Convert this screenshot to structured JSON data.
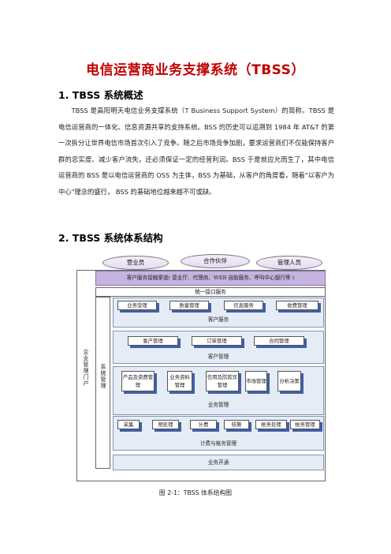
{
  "doc": {
    "title": "电信运营商业务支撑系统（TBSS）",
    "section1": "1. TBSS 系统概述",
    "paragraph": "TBSS 是高阳明天电信业务支撑系统（T Business Support System）的简称。TBSS 是电信运营商的一体化、信息资源共享的支持系统。BSS 的历史可以追溯到 1984 年 AT&T 的第一次拆分让世界电信市场首次引入了竞争。随之后市场竞争加剧，要求运营商们不仅能保持客户群的忠实度、减少客户流失，还必须保证一定的经营利润。BSS 于是就应允而生了，其中电信运营商的 BSS 是以电信运营商的 OSS 为主体，BSS 为基础，从客户的角度看，随着\"以客户为中心\"理念的盛行， BSS 的基础地位越来越不可或缺。",
    "section2": "2. TBSS 系统体系结构",
    "caption": "图 2-1：TBSS 体系结构图"
  },
  "diagram": {
    "ovals": [
      "营业员",
      "合作伙伴",
      "管理人员"
    ],
    "channels": "客户服务接触渠道( 营业厅、代理商、WEB 自助服务、呼叫中心银行等 )",
    "interface": "统一接口服务",
    "portal": "企业管理门户",
    "sysmgmt": "系统管理",
    "groups": [
      {
        "label": "客户服务",
        "items": [
          "业务受理",
          "质量管理",
          "信息服务",
          "收费管理"
        ]
      },
      {
        "label": "客户管理",
        "items": [
          "客户管理",
          "订单管理",
          "合同管理"
        ]
      },
      {
        "label": "业务管理",
        "items": [
          "产品及资费管理",
          "业务资料管理",
          "信用及防欺诈管理",
          "市场管理",
          "分析决策"
        ]
      },
      {
        "label": "计费与帐务管理",
        "items": [
          "采集",
          "预处理",
          "计费",
          "结算",
          "帐务处理",
          "帐务管理"
        ]
      }
    ],
    "bottom_bar": "业务开通"
  }
}
